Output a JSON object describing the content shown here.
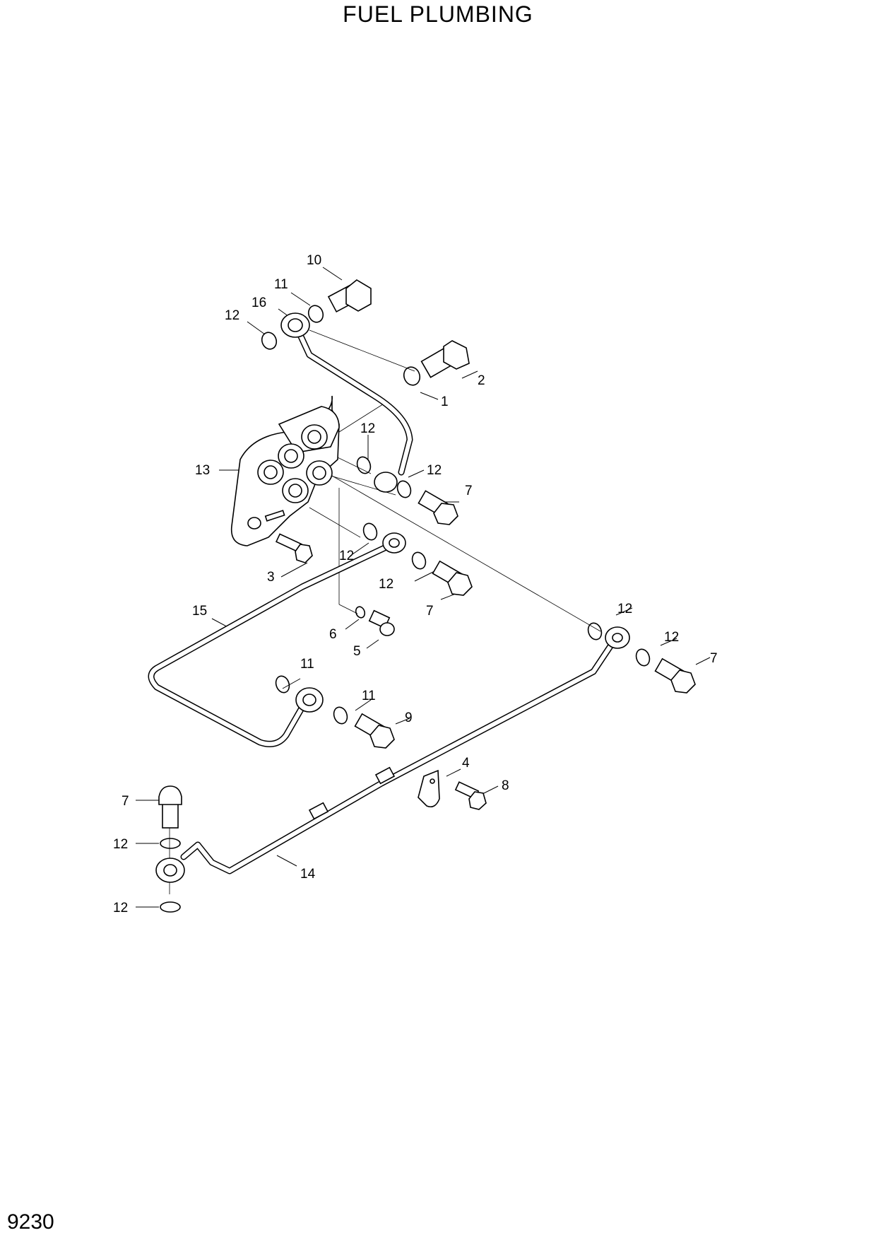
{
  "title": "FUEL PLUMBING",
  "page_code": "9230",
  "callouts": [
    {
      "id": "c10",
      "text": "10"
    },
    {
      "id": "c11a",
      "text": "11"
    },
    {
      "id": "c16",
      "text": "16"
    },
    {
      "id": "c12a",
      "text": "12"
    },
    {
      "id": "c2",
      "text": "2"
    },
    {
      "id": "c1",
      "text": "1"
    },
    {
      "id": "c12b",
      "text": "12"
    },
    {
      "id": "c13",
      "text": "13"
    },
    {
      "id": "c12c",
      "text": "12"
    },
    {
      "id": "c7a",
      "text": "7"
    },
    {
      "id": "c12d",
      "text": "12"
    },
    {
      "id": "c3",
      "text": "3"
    },
    {
      "id": "c12e",
      "text": "12"
    },
    {
      "id": "c7b",
      "text": "7"
    },
    {
      "id": "c15",
      "text": "15"
    },
    {
      "id": "c6",
      "text": "6"
    },
    {
      "id": "c5",
      "text": "5"
    },
    {
      "id": "c12f",
      "text": "12"
    },
    {
      "id": "c12g",
      "text": "12"
    },
    {
      "id": "c7c",
      "text": "7"
    },
    {
      "id": "c11b",
      "text": "11"
    },
    {
      "id": "c11c",
      "text": "11"
    },
    {
      "id": "c9",
      "text": "9"
    },
    {
      "id": "c4",
      "text": "4"
    },
    {
      "id": "c8",
      "text": "8"
    },
    {
      "id": "c7d",
      "text": "7"
    },
    {
      "id": "c12h",
      "text": "12"
    },
    {
      "id": "c14",
      "text": "14"
    },
    {
      "id": "c12i",
      "text": "12"
    }
  ]
}
